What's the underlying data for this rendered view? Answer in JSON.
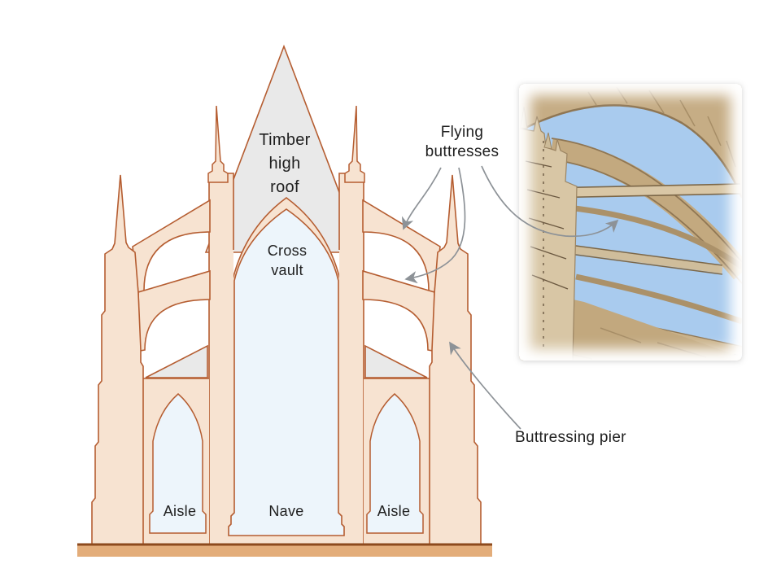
{
  "labels": {
    "timber_roof": [
      "Timber",
      "high",
      "roof"
    ],
    "cross_vault": [
      "Cross",
      "vault"
    ],
    "flying_buttresses": [
      "Flying",
      "buttresses"
    ],
    "buttressing_pier": "Buttressing pier",
    "aisle_left": "Aisle",
    "nave": "Nave",
    "aisle_right": "Aisle"
  },
  "colors": {
    "wall_fill": "#f7e3d1",
    "outline": "#b55d31",
    "roof_gray": "#e9e9e9",
    "interior_blue": "#edf5fb",
    "ground_fill": "#e3ad7a",
    "ground_line": "#8d4a1d",
    "arrow": "#8d9297",
    "text": "#202020",
    "photo_sky": "#a9cbee",
    "photo_stone": "#c6ad85"
  }
}
